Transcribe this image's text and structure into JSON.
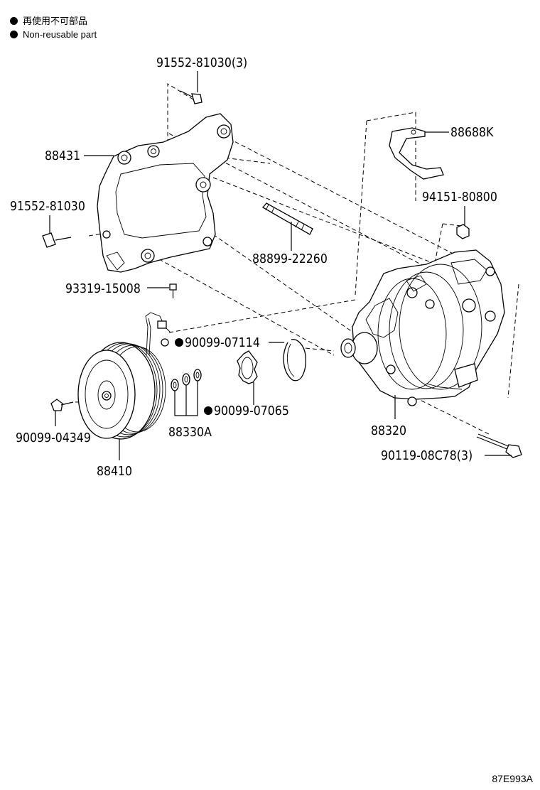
{
  "legend": {
    "ja": "再使用不可部品",
    "en": "Non-reusable part"
  },
  "labels": {
    "p91552_81030_3": "91552-81030(3)",
    "p88431": "88431",
    "p88688K": "88688K",
    "p91552_81030": "91552-81030",
    "p94151_80800": "94151-80800",
    "p88899_22260": "88899-22260",
    "p93319_15008": "93319-15008",
    "p90099_07114": "90099-07114",
    "p90099_07065": "90099-07065",
    "p90099_04349": "90099-04349",
    "p88330A": "88330A",
    "p88320": "88320",
    "p90119_08C78_3": "90119-08C78(3)",
    "p88410": "88410"
  },
  "non_reusable_parts": [
    "90099-07114",
    "90099-07065"
  ],
  "diagram_code": "87E993A"
}
